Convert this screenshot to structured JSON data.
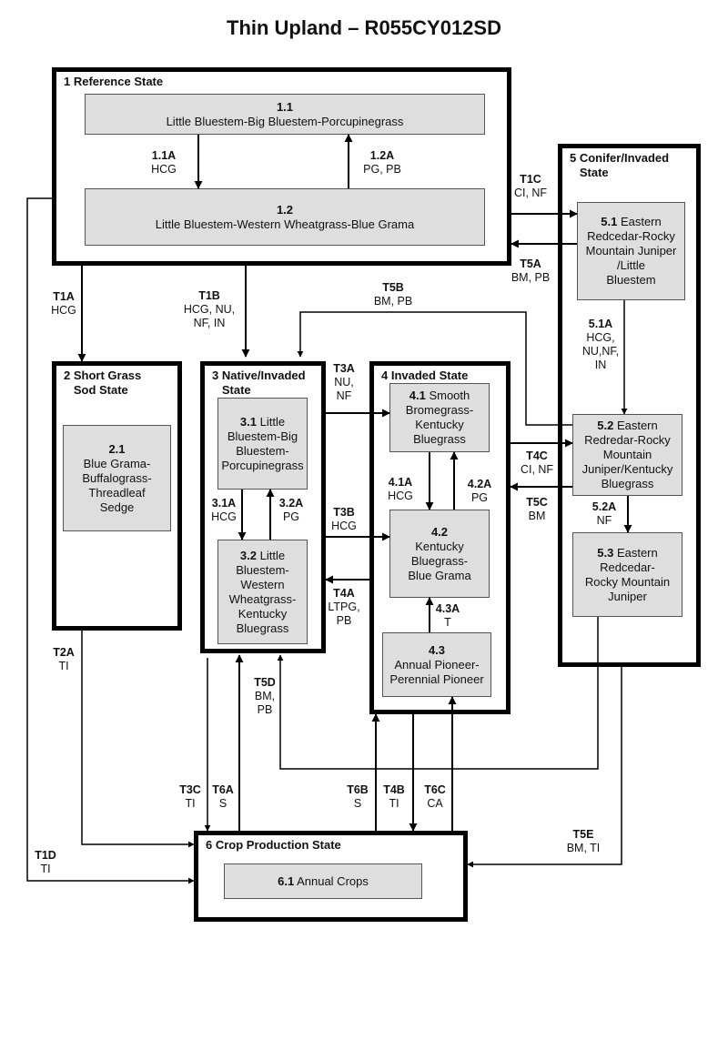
{
  "title": "Thin Upland – R055CY012SD",
  "states": [
    {
      "id": "1",
      "title": "1 Reference State",
      "communities": [
        {
          "id": "1.1",
          "name": "Little Bluestem-Big Bluestem-Porcupinegrass"
        },
        {
          "id": "1.2",
          "name": "Little Bluestem-Western Wheatgrass-Blue Grama"
        }
      ]
    },
    {
      "id": "2",
      "title": "2 Short Grass\n   Sod State",
      "communities": [
        {
          "id": "2.1",
          "name": "Blue Grama-\nBuffalograss-\nThreadleaf\nSedge"
        }
      ]
    },
    {
      "id": "3",
      "title": "3 Native/Invaded\n   State",
      "communities": [
        {
          "id": "3.1",
          "name": "Little\nBluestem-Big\nBluestem-\nPorcupinegrass"
        },
        {
          "id": "3.2",
          "name": "Little\nBluestem-\nWestern\nWheatgrass-\nKentucky\nBluegrass"
        }
      ]
    },
    {
      "id": "4",
      "title": "4 Invaded State",
      "communities": [
        {
          "id": "4.1",
          "name": "Smooth\nBromegrass-\nKentucky\nBluegrass"
        },
        {
          "id": "4.2",
          "name": "Kentucky\nBluegrass-\nBlue Grama"
        },
        {
          "id": "4.3",
          "name": "Annual Pioneer-\nPerennial Pioneer"
        }
      ]
    },
    {
      "id": "5",
      "title": "5 Conifer/Invaded\n   State",
      "communities": [
        {
          "id": "5.1",
          "name": "Eastern\nRedcedar-Rocky\nMountain Juniper\n/Little\nBluestem"
        },
        {
          "id": "5.2",
          "name": "Eastern\nRedredar-Rocky\nMountain\nJuniper/Kentucky\nBluegrass"
        },
        {
          "id": "5.3",
          "name": "Eastern\nRedcedar-\nRocky Mountain\nJuniper"
        }
      ]
    },
    {
      "id": "6",
      "title": "6 Crop Production State",
      "communities": [
        {
          "id": "6.1",
          "name": "Annual Crops"
        }
      ]
    }
  ],
  "transitions": {
    "p11A": {
      "code": "1.1A",
      "text": "HCG"
    },
    "p12A": {
      "code": "1.2A",
      "text": "PG, PB"
    },
    "T1C": {
      "code": "T1C",
      "text": "CI, NF"
    },
    "T5A": {
      "code": "T5A",
      "text": "BM, PB"
    },
    "T1A": {
      "code": "T1A",
      "text": "HCG"
    },
    "T1B": {
      "code": "T1B",
      "text": "HCG, NU,\nNF, IN"
    },
    "T5B": {
      "code": "T5B",
      "text": "BM, PB"
    },
    "p51A": {
      "code": "5.1A",
      "text": "HCG,\nNU,NF,\nIN"
    },
    "T3A": {
      "code": "T3A",
      "text": "NU,\nNF"
    },
    "T3B": {
      "code": "T3B",
      "text": "HCG"
    },
    "T4A": {
      "code": "T4A",
      "text": "LTPG,\nPB"
    },
    "p31A": {
      "code": "3.1A",
      "text": "HCG"
    },
    "p32A": {
      "code": "3.2A",
      "text": "PG"
    },
    "p41A": {
      "code": "4.1A",
      "text": "HCG"
    },
    "p42A": {
      "code": "4.2A",
      "text": "PG"
    },
    "p43A": {
      "code": "4.3A",
      "text": "T"
    },
    "T4C": {
      "code": "T4C",
      "text": "CI, NF"
    },
    "T5C": {
      "code": "T5C",
      "text": "BM"
    },
    "p52A": {
      "code": "5.2A",
      "text": "NF"
    },
    "T2A": {
      "code": "T2A",
      "text": "TI"
    },
    "T5D": {
      "code": "T5D",
      "text": "BM,\nPB"
    },
    "T3C": {
      "code": "T3C",
      "text": "TI"
    },
    "T6A": {
      "code": "T6A",
      "text": "S"
    },
    "T6B": {
      "code": "T6B",
      "text": "S"
    },
    "T4B": {
      "code": "T4B",
      "text": "TI"
    },
    "T6C": {
      "code": "T6C",
      "text": "CA"
    },
    "T5E": {
      "code": "T5E",
      "text": "BM, TI"
    },
    "T1D": {
      "code": "T1D",
      "text": "TI"
    }
  }
}
